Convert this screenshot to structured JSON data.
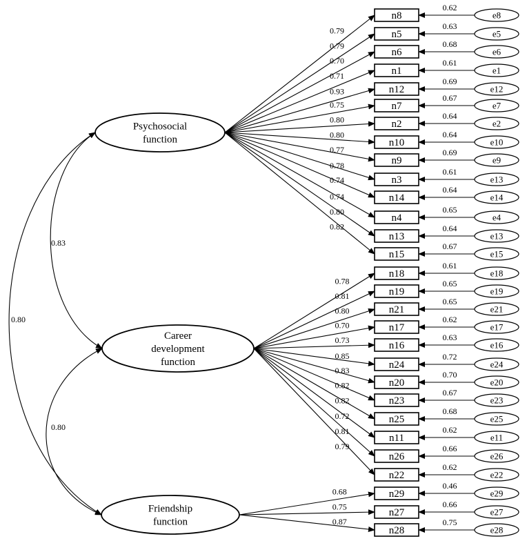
{
  "latents": [
    {
      "id": "psy",
      "lines": [
        "Psychosocial",
        "function"
      ]
    },
    {
      "id": "car",
      "lines": [
        "Career",
        "development",
        "function"
      ]
    },
    {
      "id": "fri",
      "lines": [
        "Friendship",
        "function"
      ]
    }
  ],
  "indicators": [
    {
      "name": "n8",
      "latent": "psy",
      "loading": "0.79",
      "error": "e8",
      "error_loading": "0.62"
    },
    {
      "name": "n5",
      "latent": "psy",
      "loading": "0.79",
      "error": "e5",
      "error_loading": "0.63"
    },
    {
      "name": "n6",
      "latent": "psy",
      "loading": "0.70",
      "error": "e6",
      "error_loading": "0.68"
    },
    {
      "name": "n1",
      "latent": "psy",
      "loading": "0.71",
      "error": "e1",
      "error_loading": "0.61"
    },
    {
      "name": "n12",
      "latent": "psy",
      "loading": "0.93",
      "error": "e12",
      "error_loading": "0.69"
    },
    {
      "name": "n7",
      "latent": "psy",
      "loading": "0.75",
      "error": "e7",
      "error_loading": "0.67"
    },
    {
      "name": "n2",
      "latent": "psy",
      "loading": "0.80",
      "error": "e2",
      "error_loading": "0.64"
    },
    {
      "name": "n10",
      "latent": "psy",
      "loading": "0.80",
      "error": "e10",
      "error_loading": "0.64"
    },
    {
      "name": "n9",
      "latent": "psy",
      "loading": "0.77",
      "error": "e9",
      "error_loading": "0.69"
    },
    {
      "name": "n3",
      "latent": "psy",
      "loading": "0.78",
      "error": "e13",
      "error_loading": "0.61"
    },
    {
      "name": "n14",
      "latent": "psy",
      "loading": "0.74",
      "error": "e14",
      "error_loading": "0.64"
    },
    {
      "name": "n4",
      "latent": "psy",
      "loading": "0.74",
      "error": "e4",
      "error_loading": "0.65"
    },
    {
      "name": "n13",
      "latent": "psy",
      "loading": "0.80",
      "error": "e13",
      "error_loading": "0.64"
    },
    {
      "name": "n15",
      "latent": "psy",
      "loading": "0.82",
      "error": "e15",
      "error_loading": "0.67"
    },
    {
      "name": "n18",
      "latent": "car",
      "loading": "0.78",
      "error": "e18",
      "error_loading": "0.61"
    },
    {
      "name": "n19",
      "latent": "car",
      "loading": "0.81",
      "error": "e19",
      "error_loading": "0.65"
    },
    {
      "name": "n21",
      "latent": "car",
      "loading": "0.80",
      "error": "e21",
      "error_loading": "0.65"
    },
    {
      "name": "n17",
      "latent": "car",
      "loading": "0.70",
      "error": "e17",
      "error_loading": "0.62"
    },
    {
      "name": "n16",
      "latent": "car",
      "loading": "0.73",
      "error": "e16",
      "error_loading": "0.63"
    },
    {
      "name": "n24",
      "latent": "car",
      "loading": "0.85",
      "error": "e24",
      "error_loading": "0.72"
    },
    {
      "name": "n20",
      "latent": "car",
      "loading": "0.83",
      "error": "e20",
      "error_loading": "0.70"
    },
    {
      "name": "n23",
      "latent": "car",
      "loading": "0.82",
      "error": "e23",
      "error_loading": "0.67"
    },
    {
      "name": "n25",
      "latent": "car",
      "loading": "0.82",
      "error": "e25",
      "error_loading": "0.68"
    },
    {
      "name": "n11",
      "latent": "car",
      "loading": "0.72",
      "error": "e11",
      "error_loading": "0.62"
    },
    {
      "name": "n26",
      "latent": "car",
      "loading": "0.81",
      "error": "e26",
      "error_loading": "0.66"
    },
    {
      "name": "n22",
      "latent": "car",
      "loading": "0.79",
      "error": "e22",
      "error_loading": "0.62"
    },
    {
      "name": "n29",
      "latent": "fri",
      "loading": "0.68",
      "error": "e29",
      "error_loading": "0.46"
    },
    {
      "name": "n27",
      "latent": "fri",
      "loading": "0.75",
      "error": "e27",
      "error_loading": "0.66"
    },
    {
      "name": "n28",
      "latent": "fri",
      "loading": "0.87",
      "error": "e28",
      "error_loading": "0.75"
    }
  ],
  "correlations": [
    {
      "from": "psy",
      "to": "car",
      "value": "0.83"
    },
    {
      "from": "car",
      "to": "fri",
      "value": "0.80"
    },
    {
      "from": "psy",
      "to": "fri",
      "value": "0.80"
    }
  ]
}
